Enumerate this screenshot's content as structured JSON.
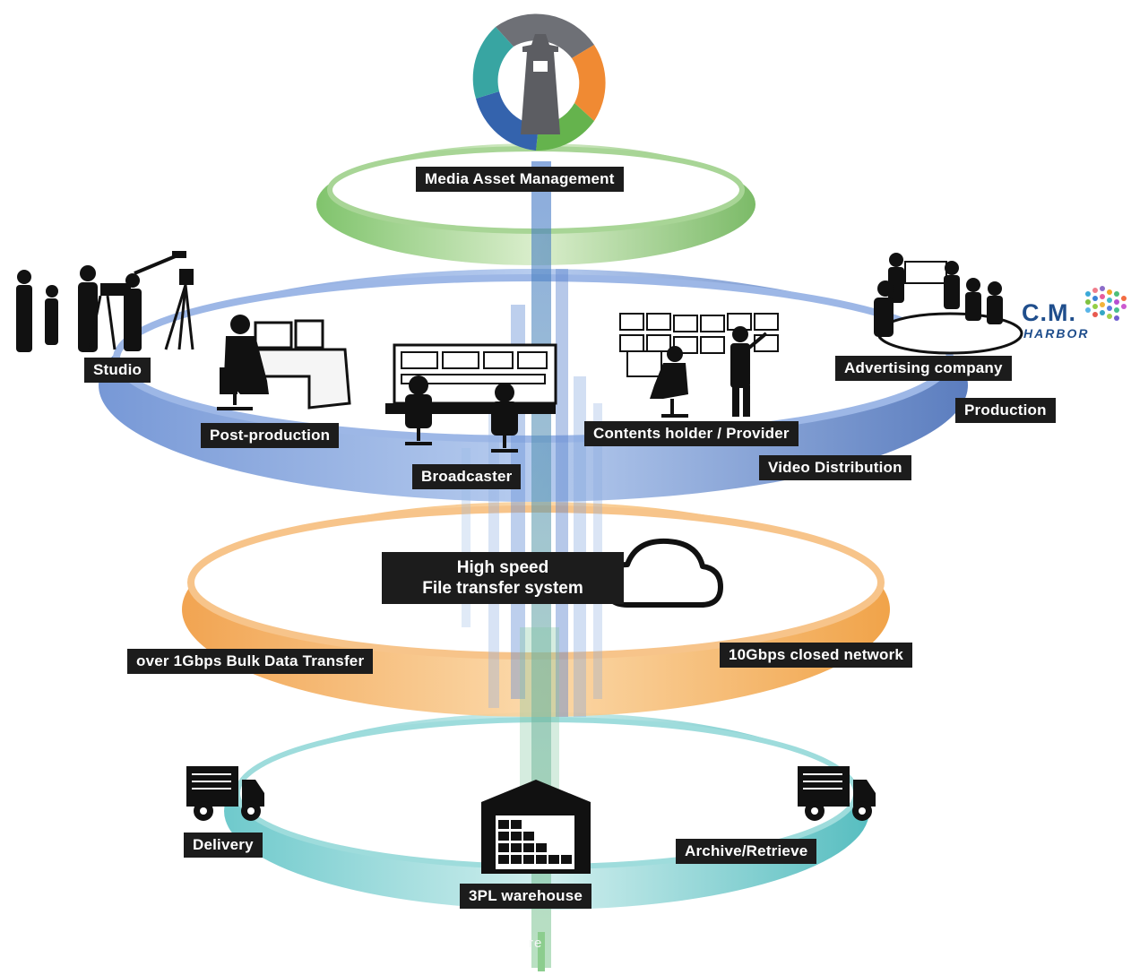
{
  "layers": {
    "mam": {
      "label": "Media Asset Management",
      "color": "#7cc46a"
    },
    "production": {
      "color": "#3f6fbf"
    },
    "transfer": {
      "color": "#f0a24a"
    },
    "logistics": {
      "color": "#5ec6c6"
    }
  },
  "labels": {
    "studio": "Studio",
    "post_production": "Post-production",
    "broadcaster": "Broadcaster",
    "contents_holder": "Contents holder / Provider",
    "advertising": "Advertising company",
    "production": "Production",
    "video_distribution": "Video Distribution",
    "high_speed_line1": "High speed",
    "high_speed_line2": "File transfer system",
    "bulk_transfer": "over 1Gbps  Bulk Data Transfer",
    "closed_network": "10Gbps closed network",
    "delivery": "Delivery",
    "warehouse": "3PL warehouse",
    "archive": "Archive/Retrieve",
    "watermark": "re"
  },
  "logos": {
    "cm_harbor_main": "C.M.",
    "cm_harbor_sub": "HARBOR"
  },
  "icons": [
    "lighthouse-logo-icon",
    "studio-crew-icon",
    "editor-desk-icon",
    "broadcast-control-icon",
    "video-wall-icon",
    "meeting-table-icon",
    "cloud-icon",
    "truck-icon",
    "warehouse-icon"
  ]
}
